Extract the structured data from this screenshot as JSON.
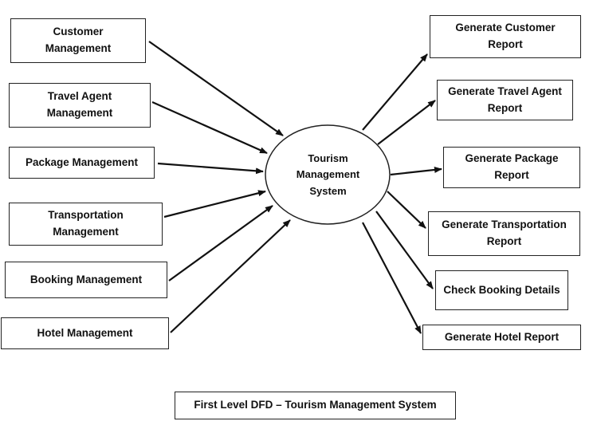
{
  "diagram": {
    "center": "Tourism\nManagement\nSystem",
    "inputs": [
      "Customer\nManagement",
      "Travel Agent\nManagement",
      "Package Management",
      "Transportation\nManagement",
      "Booking Management",
      "Hotel Management"
    ],
    "outputs": [
      "Generate Customer\nReport",
      "Generate Travel Agent\nReport",
      "Generate Package\nReport",
      "Generate Transportation\nReport",
      "Check Booking Details",
      "Generate Hotel Report"
    ],
    "caption": "First Level DFD – Tourism Management System"
  }
}
